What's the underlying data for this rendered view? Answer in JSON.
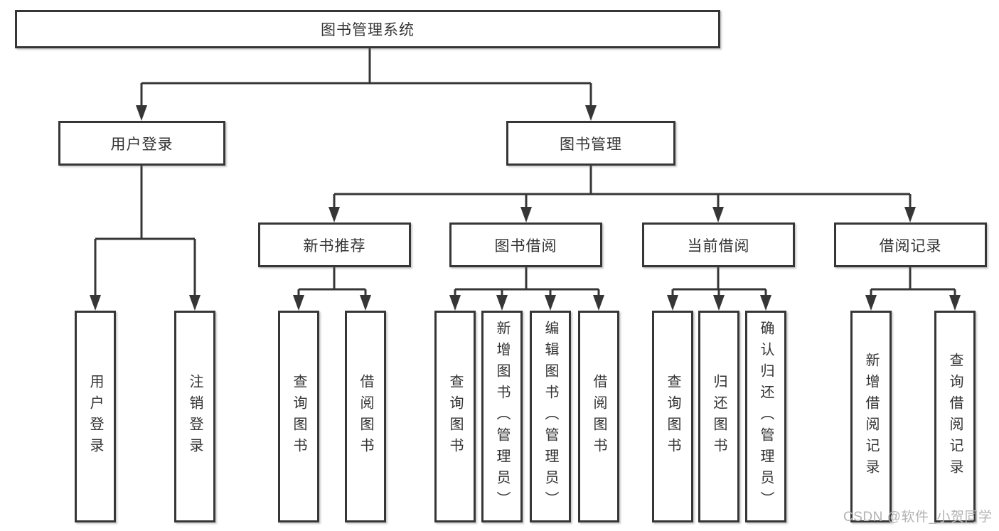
{
  "diagram": {
    "root": {
      "label": "图书管理系统"
    },
    "level2": [
      {
        "label": "用户登录",
        "leaves": [
          {
            "label": "用户登录"
          },
          {
            "label": "注销登录"
          }
        ]
      },
      {
        "label": "图书管理",
        "modules": [
          {
            "label": "新书推荐",
            "leaves": [
              {
                "label": "查询图书"
              },
              {
                "label": "借阅图书"
              }
            ]
          },
          {
            "label": "图书借阅",
            "leaves": [
              {
                "label": "查询图书"
              },
              {
                "label": "新增图书（管理员）"
              },
              {
                "label": "编辑图书（管理员）"
              },
              {
                "label": "借阅图书"
              }
            ]
          },
          {
            "label": "当前借阅",
            "leaves": [
              {
                "label": "查询图书"
              },
              {
                "label": "归还图书"
              },
              {
                "label": "确认归还（管理员）"
              }
            ]
          },
          {
            "label": "借阅记录",
            "leaves": [
              {
                "label": "新增借阅记录"
              },
              {
                "label": "查询借阅记录"
              }
            ]
          }
        ]
      }
    ]
  },
  "watermark": {
    "text": "CSDN @软件_小贺同学"
  },
  "colors": {
    "line": "#363636",
    "box_border": "#363636",
    "text": "#333333",
    "watermark": "#b3b3b3",
    "background": "#ffffff"
  }
}
